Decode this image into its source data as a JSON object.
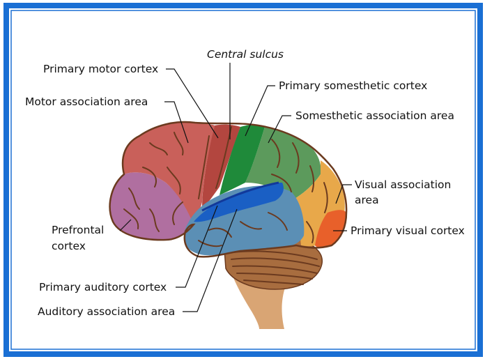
{
  "labels": {
    "central_sulcus": "Central sulcus",
    "primary_motor_cortex": "Primary motor cortex",
    "motor_association_area": "Motor association area",
    "primary_somesthetic_cortex": "Primary somesthetic cortex",
    "somesthetic_association_area": "Somesthetic association area",
    "visual_association_area_line1": "Visual association",
    "visual_association_area_line2": "area",
    "prefrontal_cortex_line1": "Prefrontal",
    "prefrontal_cortex_line2": "cortex",
    "primary_visual_cortex": "Primary visual cortex",
    "primary_auditory_cortex": "Primary auditory cortex",
    "auditory_association_area": "Auditory association area"
  },
  "colors": {
    "border": "#1a6fd4",
    "motor_association": "#c9605a",
    "primary_motor": "#b3463f",
    "primary_somesthetic": "#1f8a3a",
    "somesthetic_association": "#5c9a5c",
    "visual_association": "#e8a84a",
    "primary_visual": "#e8602a",
    "prefrontal": "#b06fa0",
    "auditory_association": "#5b8fb5",
    "primary_auditory": "#1a5fc4",
    "cerebellum": "#a86d3f",
    "brainstem": "#d9a574",
    "outline": "#6b3a1f"
  }
}
